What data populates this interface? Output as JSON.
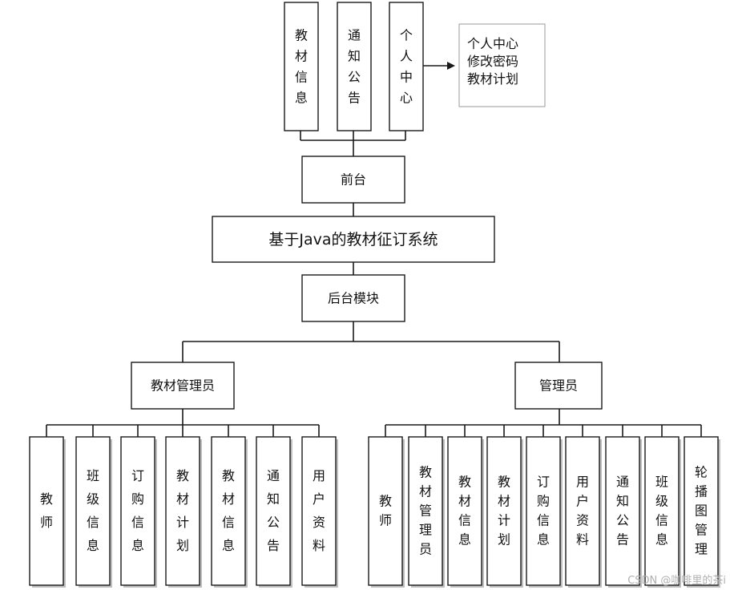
{
  "top_modules": [
    "教材信息",
    "通知公告",
    "个人中心"
  ],
  "personal_center_items": [
    "个人中心",
    "修改密码",
    "教材计划"
  ],
  "frontend": "前台",
  "system_title": "基于Java的教材征订系统",
  "backend": "后台模块",
  "roles": {
    "textbook_admin": {
      "label": "教材管理员",
      "modules": [
        "教师",
        "班级信息",
        "订购信息",
        "教材计划",
        "教材信息",
        "通知公告",
        "用户资料"
      ]
    },
    "admin": {
      "label": "管理员",
      "modules": [
        "教师",
        "教材管理员",
        "教材信息",
        "教材计划",
        "订购信息",
        "用户资料",
        "通知公告",
        "班级信息",
        "轮播图管理"
      ]
    }
  },
  "watermark": "CSDN @咖啡里的茶i"
}
